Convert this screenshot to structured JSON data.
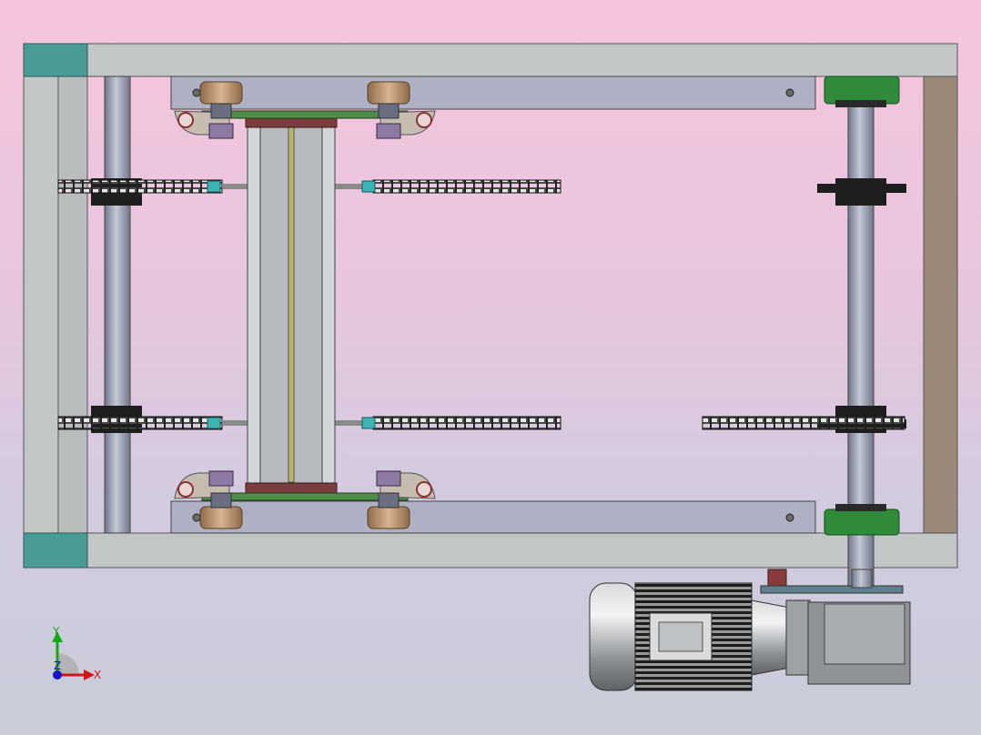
{
  "viewport": {
    "background_top": "#f7c4df",
    "background_bottom": "#c9cdd9"
  },
  "model": {
    "colors": {
      "frame": "#c3c6c6",
      "frame_dark": "#8f9393",
      "corner_cap": "#4a9a96",
      "rail_plate": "#aeb1c3",
      "shaft": "#9aa0b3",
      "bearing_green": "#2f8a3a",
      "roller_bronze": "#b9906a",
      "chain": "#3b3b3b",
      "sprocket": "#1e1e1e",
      "panel_brown": "#9a8878",
      "motor_body": "#9ea2a6",
      "motor_fins": "#2a2a2a",
      "gearbox": "#8f9396",
      "carriage_plate": "#7b3c40",
      "carriage_green": "#4f8c4a"
    }
  },
  "triad": {
    "x_label": "X",
    "y_label": "Y",
    "z_label": "Z"
  }
}
